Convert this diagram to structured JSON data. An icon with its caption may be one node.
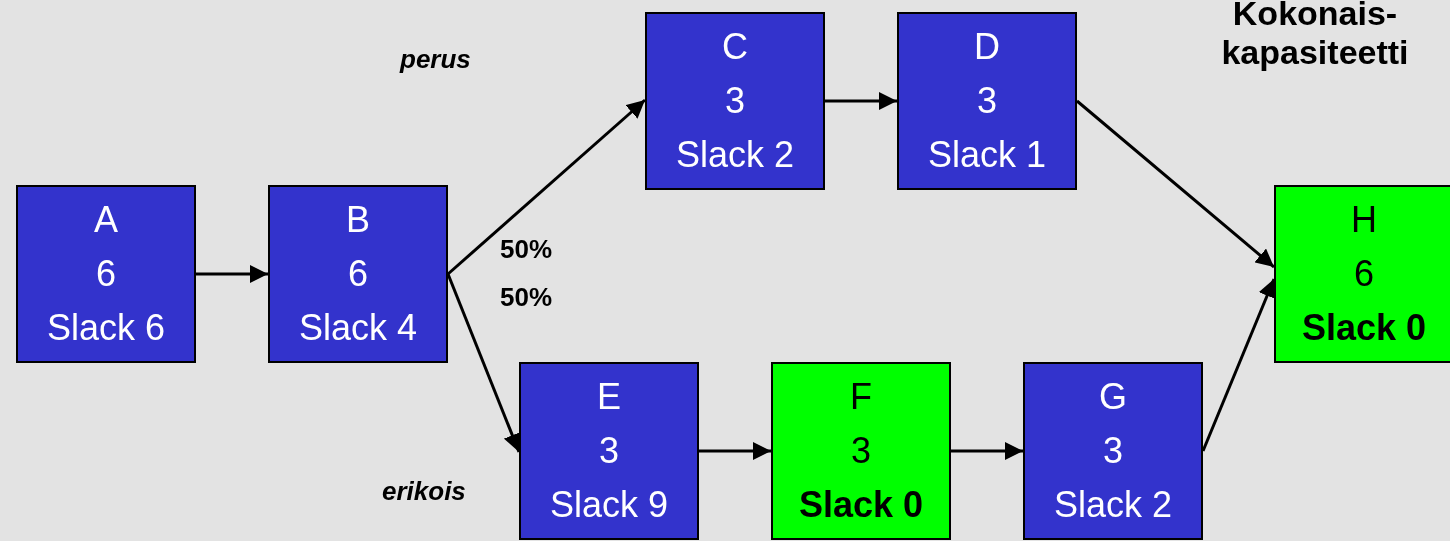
{
  "diagram": {
    "nodes": [
      {
        "text": [
          "A",
          "6",
          "Slack 6"
        ]
      },
      {
        "text": [
          "B",
          "6",
          "Slack 4"
        ]
      },
      {
        "text": [
          "C",
          "3",
          "Slack 2"
        ]
      },
      {
        "text": [
          "D",
          "3",
          "Slack 1"
        ]
      },
      {
        "text": [
          "E",
          "3",
          "Slack 9"
        ]
      },
      {
        "text": [
          "F",
          "3",
          "Slack 0"
        ]
      },
      {
        "text": [
          "G",
          "3",
          "Slack 2"
        ]
      },
      {
        "text": [
          "H",
          "6",
          "Slack 0"
        ]
      }
    ],
    "edges": [
      {
        "from": 0,
        "to": 1,
        "arrow": "to"
      },
      {
        "from": 1,
        "to": 2,
        "arrow": "to"
      },
      {
        "from": 1,
        "to": 4,
        "arrow": "to"
      },
      {
        "from": 2,
        "to": 3,
        "arrow": "to"
      },
      {
        "from": 3,
        "to": 7,
        "arrow": "to"
      },
      {
        "from": 4,
        "to": 5,
        "arrow": "to"
      },
      {
        "from": 5,
        "to": 6,
        "arrow": "to"
      },
      {
        "from": 6,
        "to": 7,
        "arrow": "to"
      }
    ],
    "labels": [
      "Kokonais-kapasiteetti",
      "perus",
      "50%",
      "50%",
      "erikois"
    ]
  }
}
